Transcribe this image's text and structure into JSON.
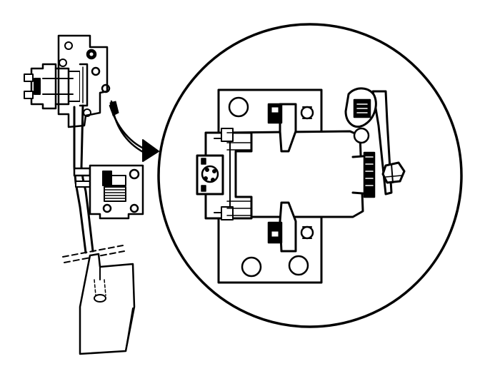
{
  "diagram": {
    "line_color": "#000000",
    "background": "#ffffff",
    "parts": [
      {
        "id": "pedal-assembly",
        "icon": "brake-pedal-icon"
      },
      {
        "id": "upper-switch-assembly",
        "icon": "switch-bracket-icon"
      },
      {
        "id": "lower-bracket",
        "icon": "pivot-bracket-icon"
      },
      {
        "id": "pedal-pad",
        "icon": "pedal-pad-icon"
      },
      {
        "id": "callout-arrow",
        "icon": "curved-arrow-icon"
      },
      {
        "id": "detail-view",
        "icon": "magnified-switch-icon"
      }
    ]
  }
}
